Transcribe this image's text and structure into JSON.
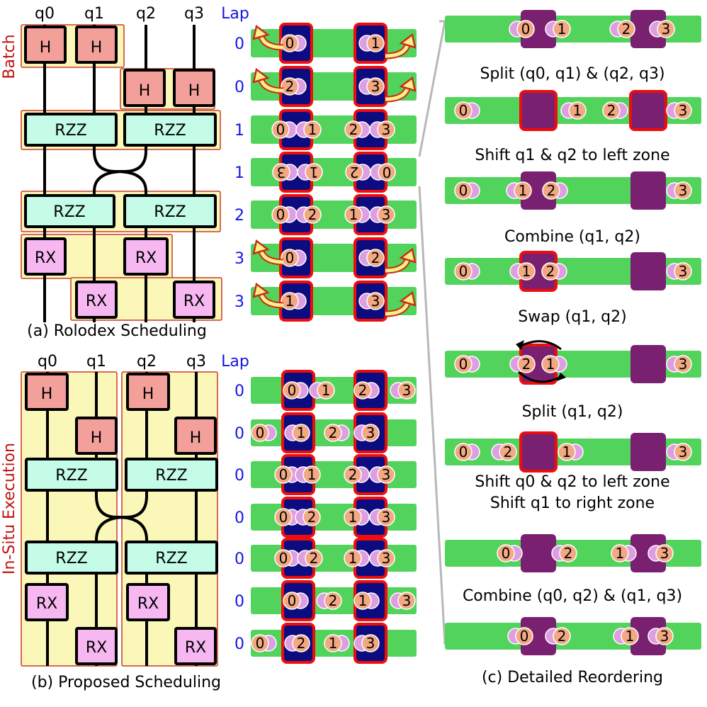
{
  "colors": {
    "zone_green": "#52d45c",
    "gate_h": "#f4a09a",
    "gate_rzz": "#c4fce8",
    "gate_rx": "#f7b8f2",
    "batch_bg": "#fbf7b8",
    "batch_border": "#c83c28",
    "ion_orange": "#f2a882",
    "ion_pink": "#de9ee2",
    "trap_blue": "#0c0c80",
    "trap_purple": "#7a2070",
    "trap_red": "#ef0c0c",
    "lap_blue": "#1515e6",
    "side_red": "#c01414",
    "arrow_yellow": "#fbef86",
    "arrow_red": "#c82e1c"
  },
  "rolodex": {
    "side_label": "Batch",
    "qubits": [
      "q0",
      "q1",
      "q2",
      "q3"
    ],
    "lap_header": "Lap",
    "caption": "(a) Rolodex Scheduling",
    "gates": {
      "h": "H",
      "rzz": "RZZ",
      "rx": "RX"
    },
    "rows": [
      {
        "lap": "0",
        "ions": [
          "0",
          "1"
        ]
      },
      {
        "lap": "0",
        "ions": [
          "2",
          "3"
        ]
      },
      {
        "lap": "1",
        "ions": [
          "0",
          "1",
          "2",
          "3"
        ]
      },
      {
        "lap": "1",
        "ions": [
          "3",
          "1",
          "2",
          "0"
        ]
      },
      {
        "lap": "2",
        "ions": [
          "0",
          "2",
          "1",
          "3"
        ]
      },
      {
        "lap": "3",
        "ions": [
          "0",
          "2"
        ]
      },
      {
        "lap": "3",
        "ions": [
          "1",
          "3"
        ]
      }
    ]
  },
  "insitu": {
    "side_label": "In-Situ Execution",
    "qubits": [
      "q0",
      "q1",
      "q2",
      "q3"
    ],
    "lap_header": "Lap",
    "caption": "(b) Proposed Scheduling",
    "gates": {
      "h": "H",
      "rzz": "RZZ",
      "rx": "RX"
    },
    "rows": [
      {
        "lap": "0",
        "ions": [
          "0",
          "1",
          "2",
          "3"
        ]
      },
      {
        "lap": "0",
        "ions": [
          "0",
          "1",
          "2",
          "3"
        ]
      },
      {
        "lap": "0",
        "ions": [
          "0",
          "1",
          "2",
          "3"
        ]
      },
      {
        "lap": "0",
        "ions": [
          "0",
          "2",
          "1",
          "3"
        ]
      },
      {
        "lap": "0",
        "ions": [
          "0",
          "2",
          "1",
          "3"
        ]
      },
      {
        "lap": "0",
        "ions": [
          "0",
          "2",
          "1",
          "3"
        ]
      },
      {
        "lap": "0",
        "ions": [
          "0",
          "2",
          "1",
          "3"
        ]
      }
    ]
  },
  "reorder": {
    "caption": "(c) Detailed Reordering",
    "steps": [
      {
        "ions": [
          "0",
          "1",
          "2",
          "3"
        ]
      },
      {
        "label": "Split (q0, q1) & (q2, q3)",
        "ions": [
          "0",
          "1",
          "2",
          "3"
        ]
      },
      {
        "label": "Shift q1 & q2 to left zone",
        "ions": [
          "0",
          "1",
          "2",
          "3"
        ]
      },
      {
        "label": "Combine (q1, q2)",
        "ions": [
          "0",
          "1",
          "2",
          "3"
        ]
      },
      {
        "label": "Swap (q1, q2)",
        "ions": [
          "0",
          "2",
          "1",
          "3"
        ]
      },
      {
        "label": "Split (q1, q2)",
        "ions": [
          "0",
          "2",
          "1",
          "3"
        ]
      },
      {
        "label": "Shift q0 & q2 to left zone",
        "label2": "Shift q1 to right zone",
        "ions": [
          "0",
          "2",
          "1",
          "3"
        ]
      },
      {
        "label": "Combine (q0, q2) & (q1, q3)",
        "ions": [
          "0",
          "2",
          "1",
          "3"
        ]
      }
    ]
  }
}
